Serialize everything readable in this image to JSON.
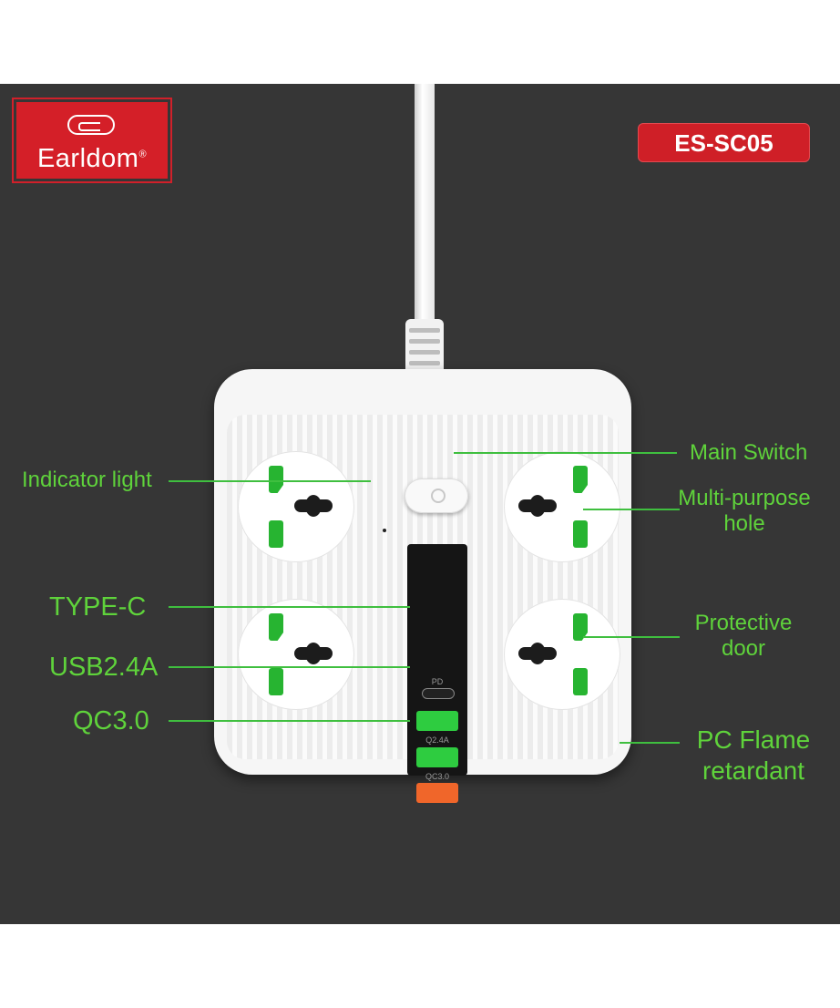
{
  "brand": {
    "name": "Earldom",
    "registered": "®"
  },
  "model": "ES-SC05",
  "device": {
    "port_labels": {
      "pd": "PD",
      "usb": "Q2.4A",
      "qc": "QC3.0"
    }
  },
  "callouts": {
    "indicator_light": "Indicator light",
    "type_c": "TYPE-C",
    "usb": "USB2.4A",
    "qc": "QC3.0",
    "main_switch": "Main Switch",
    "multi_purpose_line1": "Multi-purpose",
    "multi_purpose_line2": "hole",
    "protective_line1": "Protective",
    "protective_line2": "door",
    "pc_flame_line1": "PC Flame",
    "pc_flame_line2": "retardant"
  },
  "colors": {
    "background": "#363636",
    "brand_red": "#d41f28",
    "label_green": "#5fd33b",
    "usb_green": "#2ecc40",
    "qc_orange": "#f0662a"
  }
}
